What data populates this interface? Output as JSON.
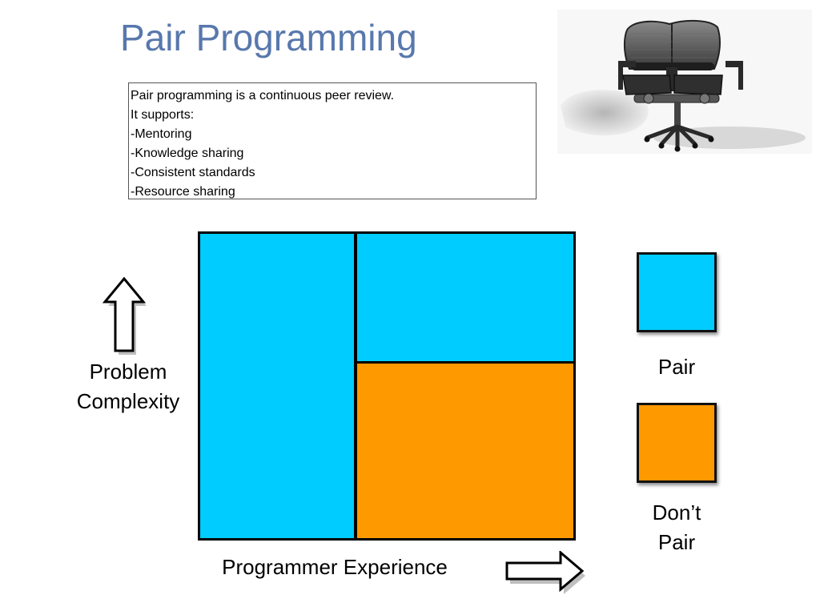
{
  "slide": {
    "title": "Pair Programming",
    "notes": [
      "Pair programming is a continuous peer review.",
      "It supports:",
      "-Mentoring",
      "-Knowledge sharing",
      "-Consistent standards",
      "-Resource sharing"
    ]
  },
  "diagram": {
    "y_axis_label_line1": "Problem",
    "y_axis_label_line2": "Complexity",
    "x_axis_label": "Programmer Experience",
    "regions": [
      {
        "experience": "low",
        "complexity": "all",
        "recommendation": "Pair"
      },
      {
        "experience": "high",
        "complexity": "high",
        "recommendation": "Pair"
      },
      {
        "experience": "high",
        "complexity": "low",
        "recommendation": "Don't Pair"
      }
    ],
    "colors": {
      "pair": "#00ccff",
      "dont_pair": "#ff9900",
      "title": "#5878ad"
    }
  },
  "legend": {
    "pair_label": "Pair",
    "dont_pair_line1": "Don’t",
    "dont_pair_line2": "Pair"
  },
  "icons": {
    "y_arrow": "arrow-up-icon",
    "x_arrow": "arrow-right-icon",
    "image": "office-chairs-image"
  }
}
